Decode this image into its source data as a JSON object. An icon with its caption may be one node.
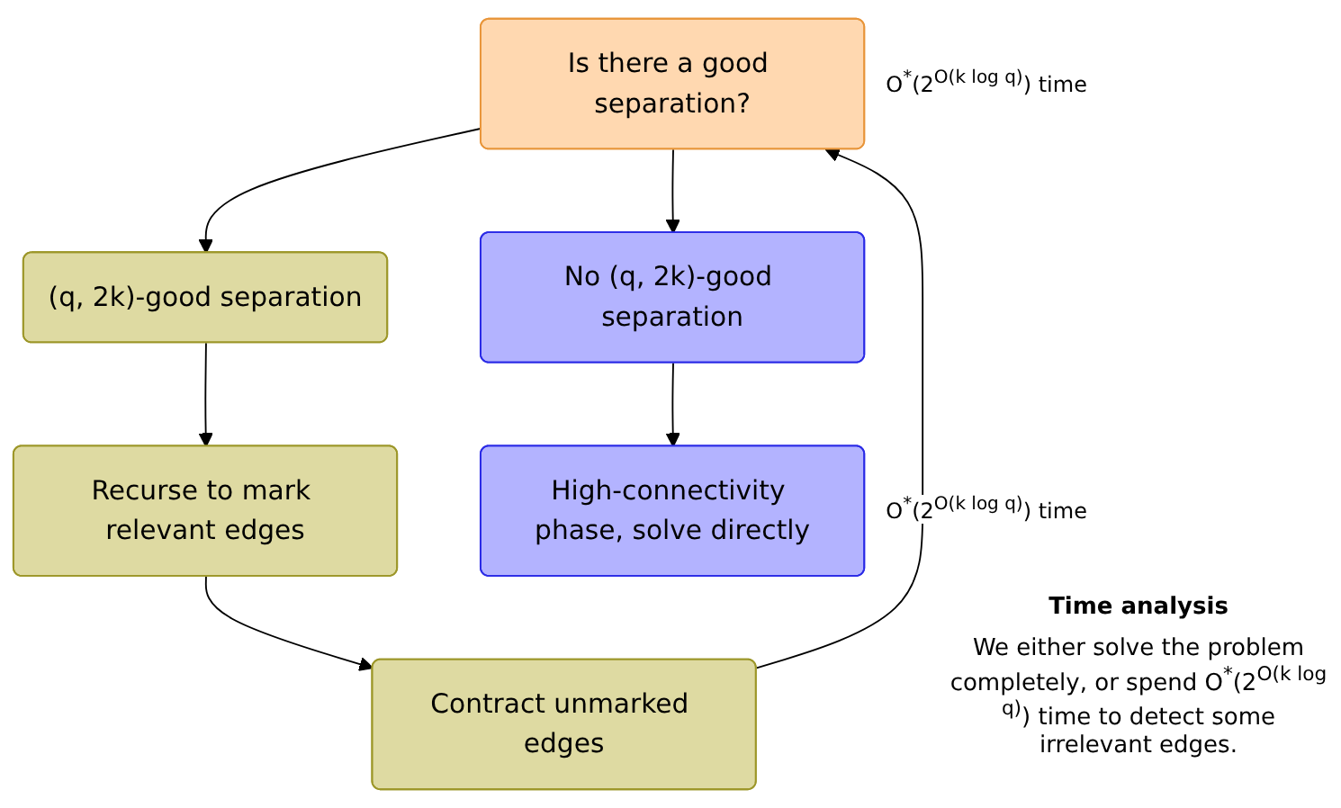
{
  "diagram": {
    "nodes": [
      {
        "text": [
          "Is there a good separation?"
        ],
        "beside": [
          "O$^{*}$(2$^{O(k log q)}$) time"
        ]
      },
      {
        "text": [
          "(q, 2k)-good separation"
        ]
      },
      {
        "text": [
          "No (q, 2k)-good separation"
        ]
      },
      {
        "text": [
          "Recurse to mark relevant edges"
        ]
      },
      {
        "text": [
          "High-connectivity phase, solve directly"
        ],
        "beside": [
          "O$^{*}$(2$^{O(k log q)}$) time"
        ]
      },
      {
        "text": [
          "Contract unmarked edges"
        ]
      }
    ],
    "edges": [
      {
        "from": 0,
        "to": 1,
        "arrow": "to"
      },
      {
        "from": 0,
        "to": 2,
        "arrow": "to"
      },
      {
        "from": 1,
        "to": 3,
        "arrow": "to"
      },
      {
        "from": 3,
        "to": 5,
        "arrow": "to"
      },
      {
        "from": 2,
        "to": 4,
        "arrow": "to"
      },
      {
        "from": 5,
        "to": 0,
        "arrow": "to"
      }
    ],
    "labels": [
      "Time analysis",
      "We either solve the problem completely, or spend O$^{*}$(2$^{O(k log q)}$) time to detect some irrelevant edges."
    ]
  }
}
